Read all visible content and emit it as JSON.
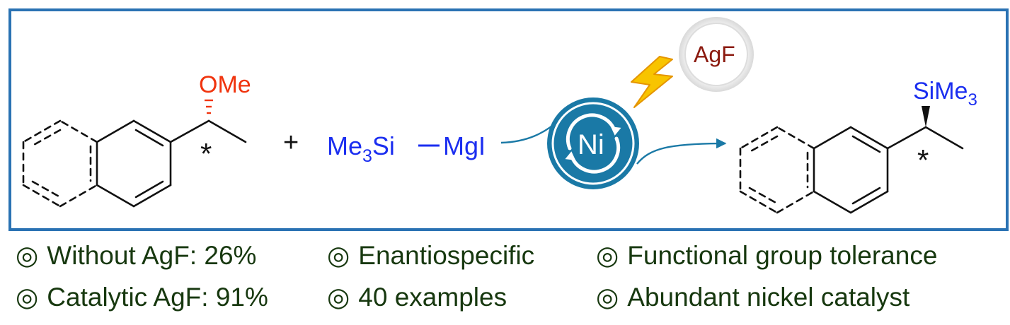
{
  "colors": {
    "frame": "#2a72b3",
    "reagent": "#1b2ef0",
    "oxygen": "#f0340e",
    "catalyst": "#1a79a6",
    "bolt": "#f5b800",
    "agf_text": "#8b1a0f",
    "bullet_text": "#17380f",
    "bond": "#111111"
  },
  "scheme": {
    "substrate_group": "OMe",
    "stereo_mark": "*",
    "plus": "+",
    "reagent": {
      "me": "Me",
      "sub": "3",
      "si": "Si",
      "mg": "MgI"
    },
    "catalyst_label": "Ni",
    "additive_label": "AgF",
    "product_group": {
      "si": "SiMe",
      "sub": "3"
    },
    "product_stereo_mark": "*",
    "icons": [
      "lightning-bolt-icon",
      "catalytic-cycle-arrows-icon",
      "reaction-arrow-icon"
    ]
  },
  "bullets": {
    "mark": "◎",
    "items": [
      "Without AgF: 26%",
      "Enantiospecific",
      "Functional group tolerance",
      "Catalytic AgF: 91%",
      "40 examples",
      "Abundant nickel catalyst"
    ]
  }
}
